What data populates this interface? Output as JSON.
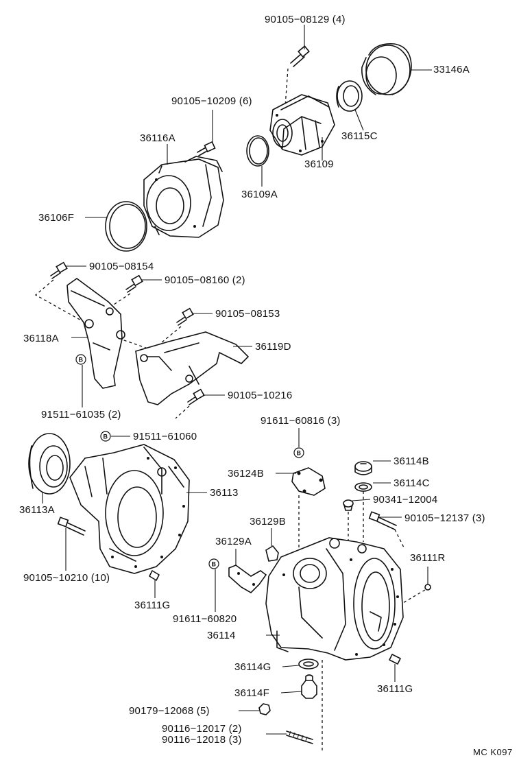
{
  "labels": {
    "bolt_90105_08129": "90105−08129 (4)",
    "cover_33146A": "33146A",
    "bolt_90105_10209": "90105−10209 (6)",
    "seal_36115C": "36115C",
    "case_36116A": "36116A",
    "adapter_36109": "36109",
    "oring_36109A": "36109A",
    "gasket_36106F": "36106F",
    "bolt_90105_08154": "90105−08154",
    "bolt_90105_08160": "90105−08160 (2)",
    "bolt_90105_08153": "90105−08153",
    "bracket_36118A": "36118A",
    "bracket_36119D": "36119D",
    "bolt_90105_10216": "90105−10216",
    "bolt_91511_61035": "91511−61035 (2)",
    "bolt_91611_60816": "91611−60816 (3)",
    "bolt_91511_61060": "91511−61060",
    "plug_36114B": "36114B",
    "gasket_36114C": "36114C",
    "plate_36124B": "36124B",
    "bolt_90341_12004": "90341−12004",
    "housing_36113": "36113",
    "seal_36113A": "36113A",
    "bolt_90105_12137": "90105−12137 (3)",
    "plug_36129B": "36129B",
    "plate_36129A": "36129A",
    "pin_36111R": "36111R",
    "bolt_90105_10210": "90105~10210 (10)",
    "pin_36111G_left": "36111G",
    "bolt_91611_60820": "91611−60820",
    "case_36114": "36114",
    "gasket_36114G": "36114G",
    "pin_36111G_right": "36111G",
    "plug_36114F": "36114F",
    "nut_90179_12068": "90179−12068 (5)",
    "stud_90116_12017": "90116−12017 (2)",
    "stud_90116_12018": "90116−12018 (3)",
    "figure_code": "MC K097"
  },
  "b_mark": "B"
}
